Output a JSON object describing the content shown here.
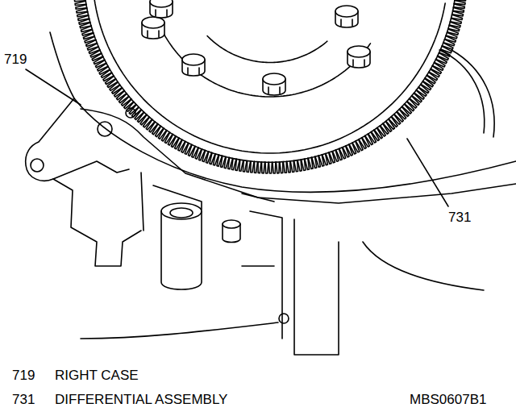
{
  "diagram": {
    "labels": [
      "719",
      "731",
      "719",
      "RIGHT CASE",
      "731",
      "DIFFERENTIAL ASSEMBLY",
      "MBS0607B1"
    ]
  }
}
